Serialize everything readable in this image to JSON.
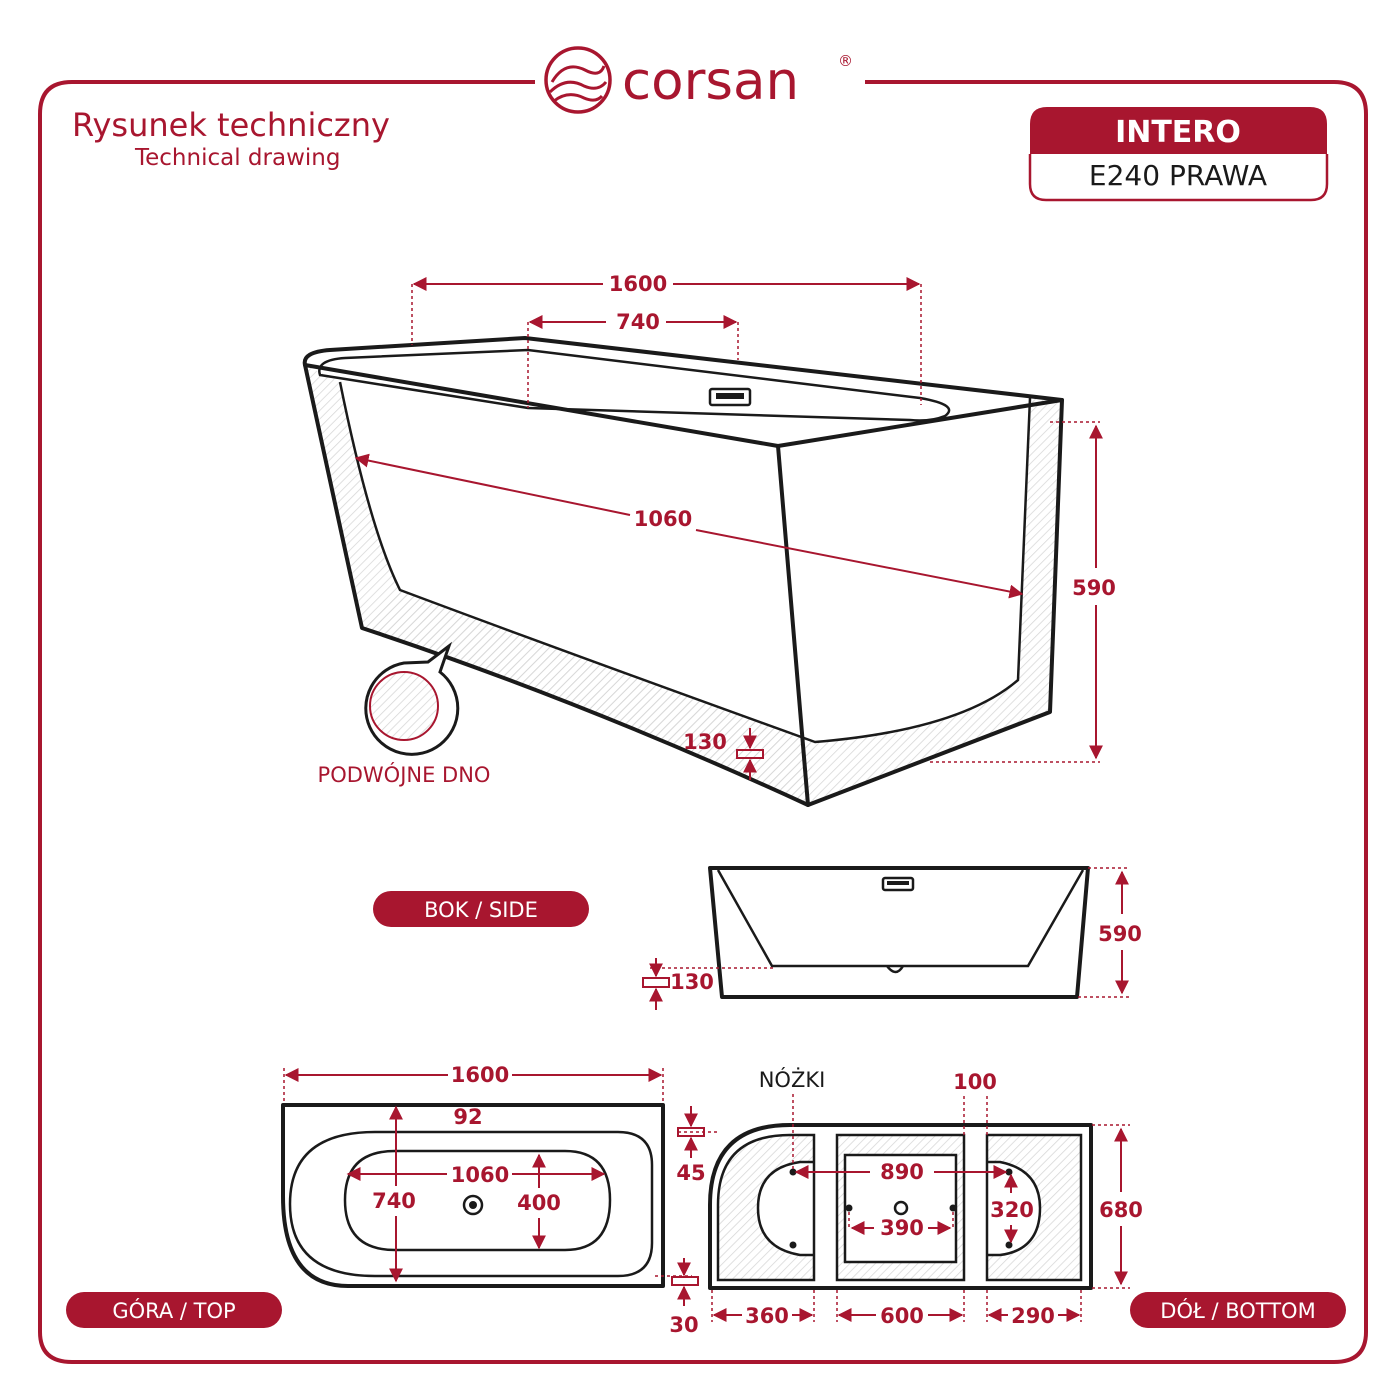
{
  "brand": {
    "name": "corsan",
    "reg": "®"
  },
  "heading": {
    "title": "Rysunek techniczny",
    "subtitle": "Technical drawing"
  },
  "model": {
    "name": "INTERO",
    "variant": "E240 PRAWA"
  },
  "colors": {
    "accent": "#a8162f",
    "ink": "#1a1a1a"
  },
  "iso": {
    "overall_length": "1600",
    "inner_width": "740",
    "inner_length": "1060",
    "height": "590",
    "bottom": "130",
    "callout": "PODWÓJNE DNO"
  },
  "side": {
    "label": "BOK / SIDE",
    "height": "590",
    "bottom": "130"
  },
  "top": {
    "label": "GÓRA / TOP",
    "length": "1600",
    "rim": "92",
    "inner_length": "1060",
    "width": "740",
    "inner_width": "400",
    "rim_side": "45",
    "rim_bottom": "30"
  },
  "bottom": {
    "label": "DÓŁ / BOTTOM",
    "feet": "NÓŻKI",
    "gap": "100",
    "span": "890",
    "span_inner": "390",
    "height_inner": "320",
    "height": "680",
    "seg_left": "360",
    "seg_mid": "600",
    "seg_right": "290"
  }
}
